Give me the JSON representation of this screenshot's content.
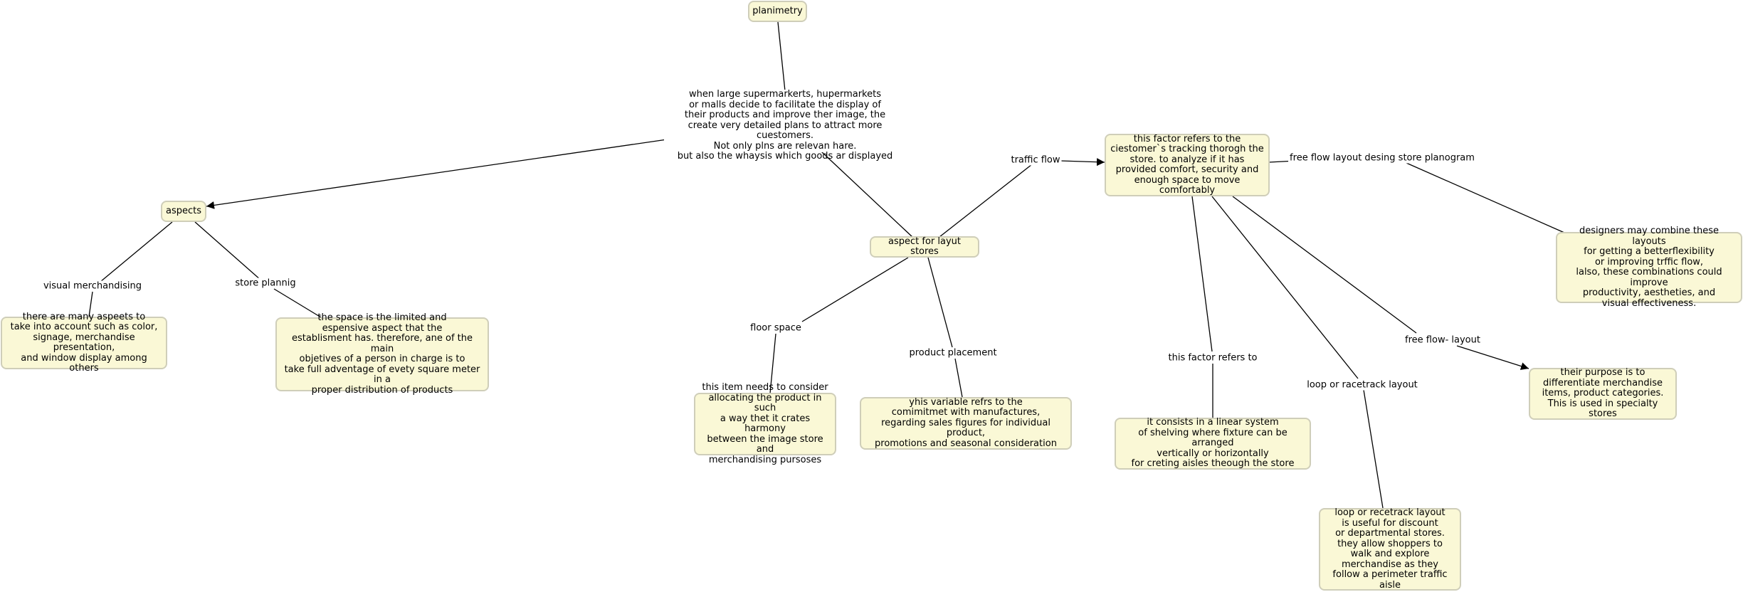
{
  "nodes": {
    "planimetry": "planimetry",
    "intro": "when large supermarkerts, hupermarkets\nor malls decide to facilitate the display of\ntheir products and improve ther  image, the\ncreate very detailed  plans to attract more cuestomers.\nNot only plns are relevan hare.\nbut also the whaysis which goods ar displayed",
    "aspects": "aspects",
    "visual_desc": "there are many aspeets to\ntake into account such as color,\nsignage, merchandise presentation,\nand window display among others",
    "store_desc": "the space is the limited and\nespensive  aspect that the\nestablisment has. therefore, ane of the main\nobjetives of a person in charge is to\ntake full adventage of evety square meter in a\nproper distribution of products",
    "layout": "aspect for layut stores",
    "floor_desc": "this item needs to consider\nallocating the product in such\na way thet it crates harmony\nbetween the image store and\nmerchandising pursoses",
    "product_desc": "yhis variable refrs to the\ncomimitmet with manufactures,\nregarding sales figures for individual product,\npromotions and seasonal consideration",
    "traffic_desc": "this factor refers to the\nciestomer`s tracking thorogh the\nstore. to analyze if it has\nprovided comfort, security and\nenough space to move comfortably",
    "designers": "designers may combine these layouts\nfor getting a betterflexibility\nor improving trffic flow,\nlalso, these combinations could improve\nproductivity, aestheties, and\nvisual effectiveness.",
    "freeflow_desc": "their purpose is to\ndifferentiate merchandise\nitems, product categories.\nThis is used in specialty stores",
    "linear_desc": "it consists in a linear system\nof shelving where fixture can be arranged\nvertically or horizontally\nfor creting aisles theough the store",
    "loop_desc": "loop or recetrack layout\nis useful for discount\nor departmental stores.\nthey allow shoppers to\nwalk and explore\nmerchandise as they\nfollow a perimeter traffic aisle"
  },
  "link_labels": {
    "visual_merchandising": "visual merchandising",
    "store_planning": "store plannig",
    "floor_space": "floor space",
    "product_placement": "product placement",
    "traffic_flow": "traffic flow",
    "free_flow_design": "free flow layout desing store planogram",
    "free_flow_layout": "free flow- layout",
    "this_factor": "this  factor refers to",
    "loop_layout": "loop or racetrack layout"
  },
  "colors": {
    "node_fill": "#faf8d6",
    "node_border": "#cfceb9",
    "line": "#000000"
  }
}
